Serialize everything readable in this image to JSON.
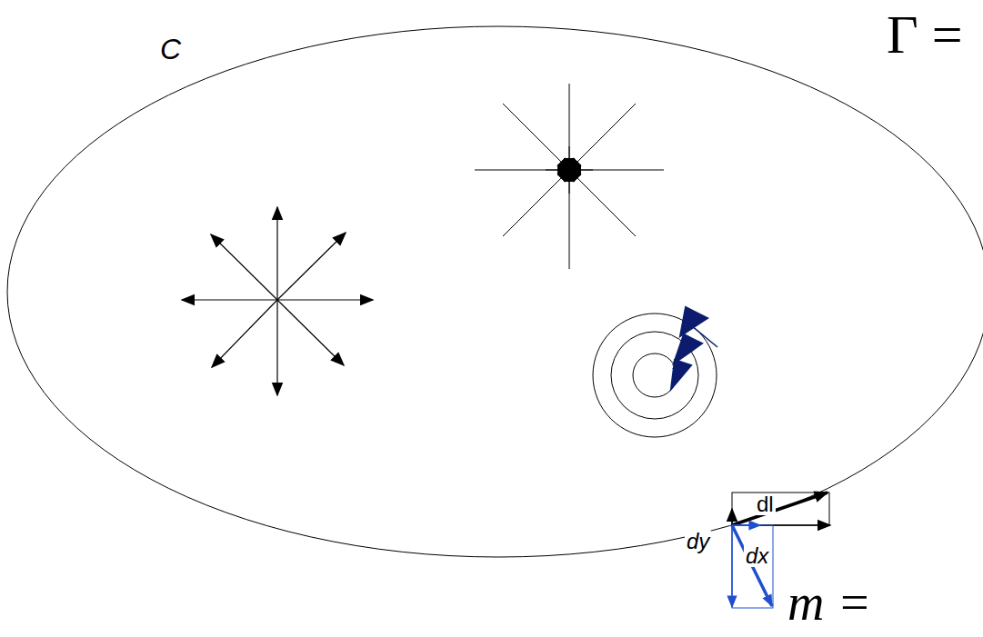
{
  "diagram": {
    "labels": [
      "C",
      "Γ =",
      "dy",
      "dl",
      "dx",
      "m ="
    ]
  }
}
